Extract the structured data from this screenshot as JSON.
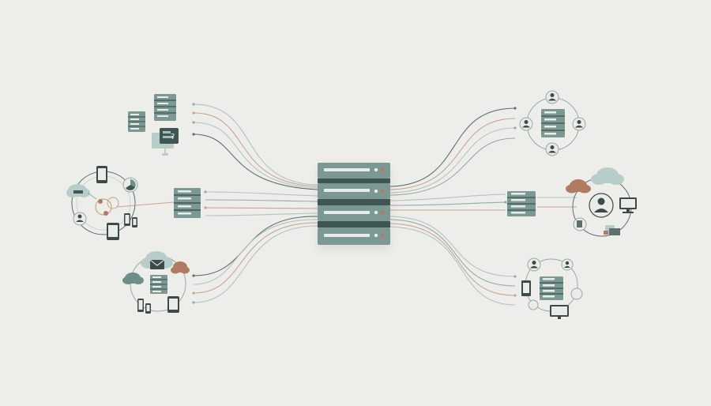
{
  "colors": {
    "background": "#edeeea",
    "server_fill": "#7c9893",
    "server_dark": "#3f5653",
    "server_light": "#a7bdb9",
    "accent_orange": "#b07b62",
    "line_gray": "#9aa8a6",
    "line_orange": "#c9a48f",
    "line_dark": "#5f6f6d",
    "cloud_light": "#b8ccc9",
    "cloud_dark": "#6f8e8a",
    "icon_dark": "#3c4b4a"
  },
  "central_server": {
    "icon": "server-rack-icon",
    "units": 4
  },
  "nodes": [
    {
      "id": "top-left",
      "icons": [
        "server-rack-icon",
        "server-rack-icon",
        "help-desk-icon"
      ]
    },
    {
      "id": "mid-left",
      "icons": [
        "cloud-icon",
        "tablet-icon",
        "phone-icon",
        "user-icon",
        "chart-icon",
        "server-rack-icon"
      ]
    },
    {
      "id": "bottom-left",
      "icons": [
        "cloud-icon",
        "mail-icon",
        "phone-icon",
        "tablet-icon",
        "server-rack-icon"
      ]
    },
    {
      "id": "top-right",
      "icons": [
        "user-icon",
        "user-icon",
        "user-icon",
        "user-icon",
        "server-rack-icon"
      ]
    },
    {
      "id": "mid-right",
      "icons": [
        "cloud-icon",
        "user-icon",
        "monitor-icon",
        "document-icon",
        "server-rack-icon"
      ]
    },
    {
      "id": "bottom-right",
      "icons": [
        "user-icon",
        "phone-icon",
        "monitor-icon",
        "server-rack-icon"
      ]
    }
  ]
}
